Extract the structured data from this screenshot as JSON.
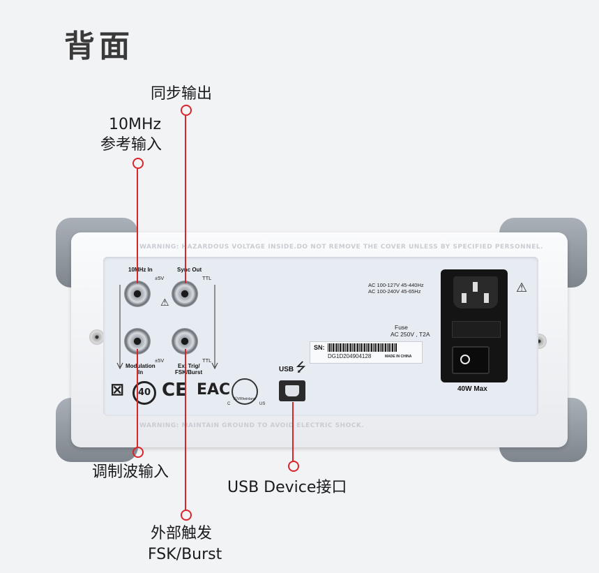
{
  "page": {
    "title": "背面"
  },
  "callouts": {
    "sync_out": "同步输出",
    "ref_in_line1": "10MHz",
    "ref_in_line2": "参考输入",
    "mod_in": "调制波输入",
    "usb_device": "USB Device接口",
    "ext_trig_line1": "外部触发",
    "ext_trig_line2": "FSK/Burst"
  },
  "panel": {
    "warning_top": "WARNING: HAZARDOUS VOLTAGE INSIDE.DO NOT REMOVE THE COVER UNLESS BY SPECIFIED PERSONNEL.",
    "warning_bottom": "WARNING: MAINTAIN GROUND TO AVOID ELECTRIC SHOCK.",
    "port_10mhz": "10MHz In",
    "port_10mhz_v": "±5V",
    "port_sync": "Sync Out",
    "port_sync_ttl": "TTL",
    "port_mod_line1": "Modulation",
    "port_mod_line2": "In",
    "port_mod_v": "±5V",
    "port_ext_line1": "Ext Trig/",
    "port_ext_line2": "FSK/Burst",
    "port_ext_ttl": "TTL",
    "usb_label": "USB",
    "usb_symbol": "⭍",
    "ac_line1": "AC 100-127V  45-440Hz",
    "ac_line2": "AC 100-240V  45-65Hz",
    "fuse_line1": "Fuse",
    "fuse_line2": "AC 250V , T2A",
    "sn_label": "SN:",
    "sn_value": "DG1D204904128",
    "made_in": "MADE IN CHINA",
    "power_rating": "40W Max",
    "triangle_symbol": "⚠",
    "weee_symbol": "⊠",
    "ce_mark": "CE",
    "eac_mark": "EAC",
    "forty_mark": "40",
    "tuv_small": "TÜVRheinland",
    "tuv_c": "C",
    "tuv_us": "US"
  },
  "colors": {
    "callout_line": "#d9242b",
    "panel": "#e7ebf2",
    "bumper": "#8a9098"
  }
}
